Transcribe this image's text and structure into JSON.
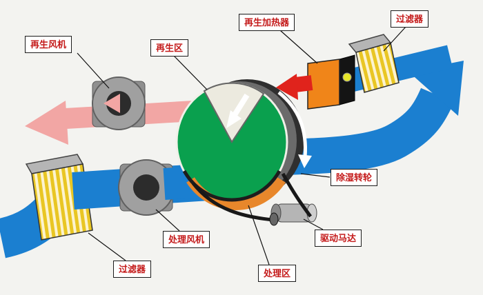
{
  "diagram": {
    "labels": {
      "regen_fan": "再生风机",
      "regen_zone": "再生区",
      "regen_heater": "再生加热器",
      "filter_top": "过滤器",
      "desiccant_wheel": "除湿转轮",
      "drive_motor": "驱动马达",
      "process_fan": "处理风机",
      "process_zone": "处理区",
      "filter_bottom": "过滤器"
    },
    "colors": {
      "process_air": "#1b7fd0",
      "regen_exhaust": "#f2a6a4",
      "hot_air": "#e0231c",
      "wheel_green": "#0aa04e",
      "heater_orange": "#f08519",
      "filter_yellow": "#e9c623",
      "label_text": "#c41a1a"
    }
  }
}
